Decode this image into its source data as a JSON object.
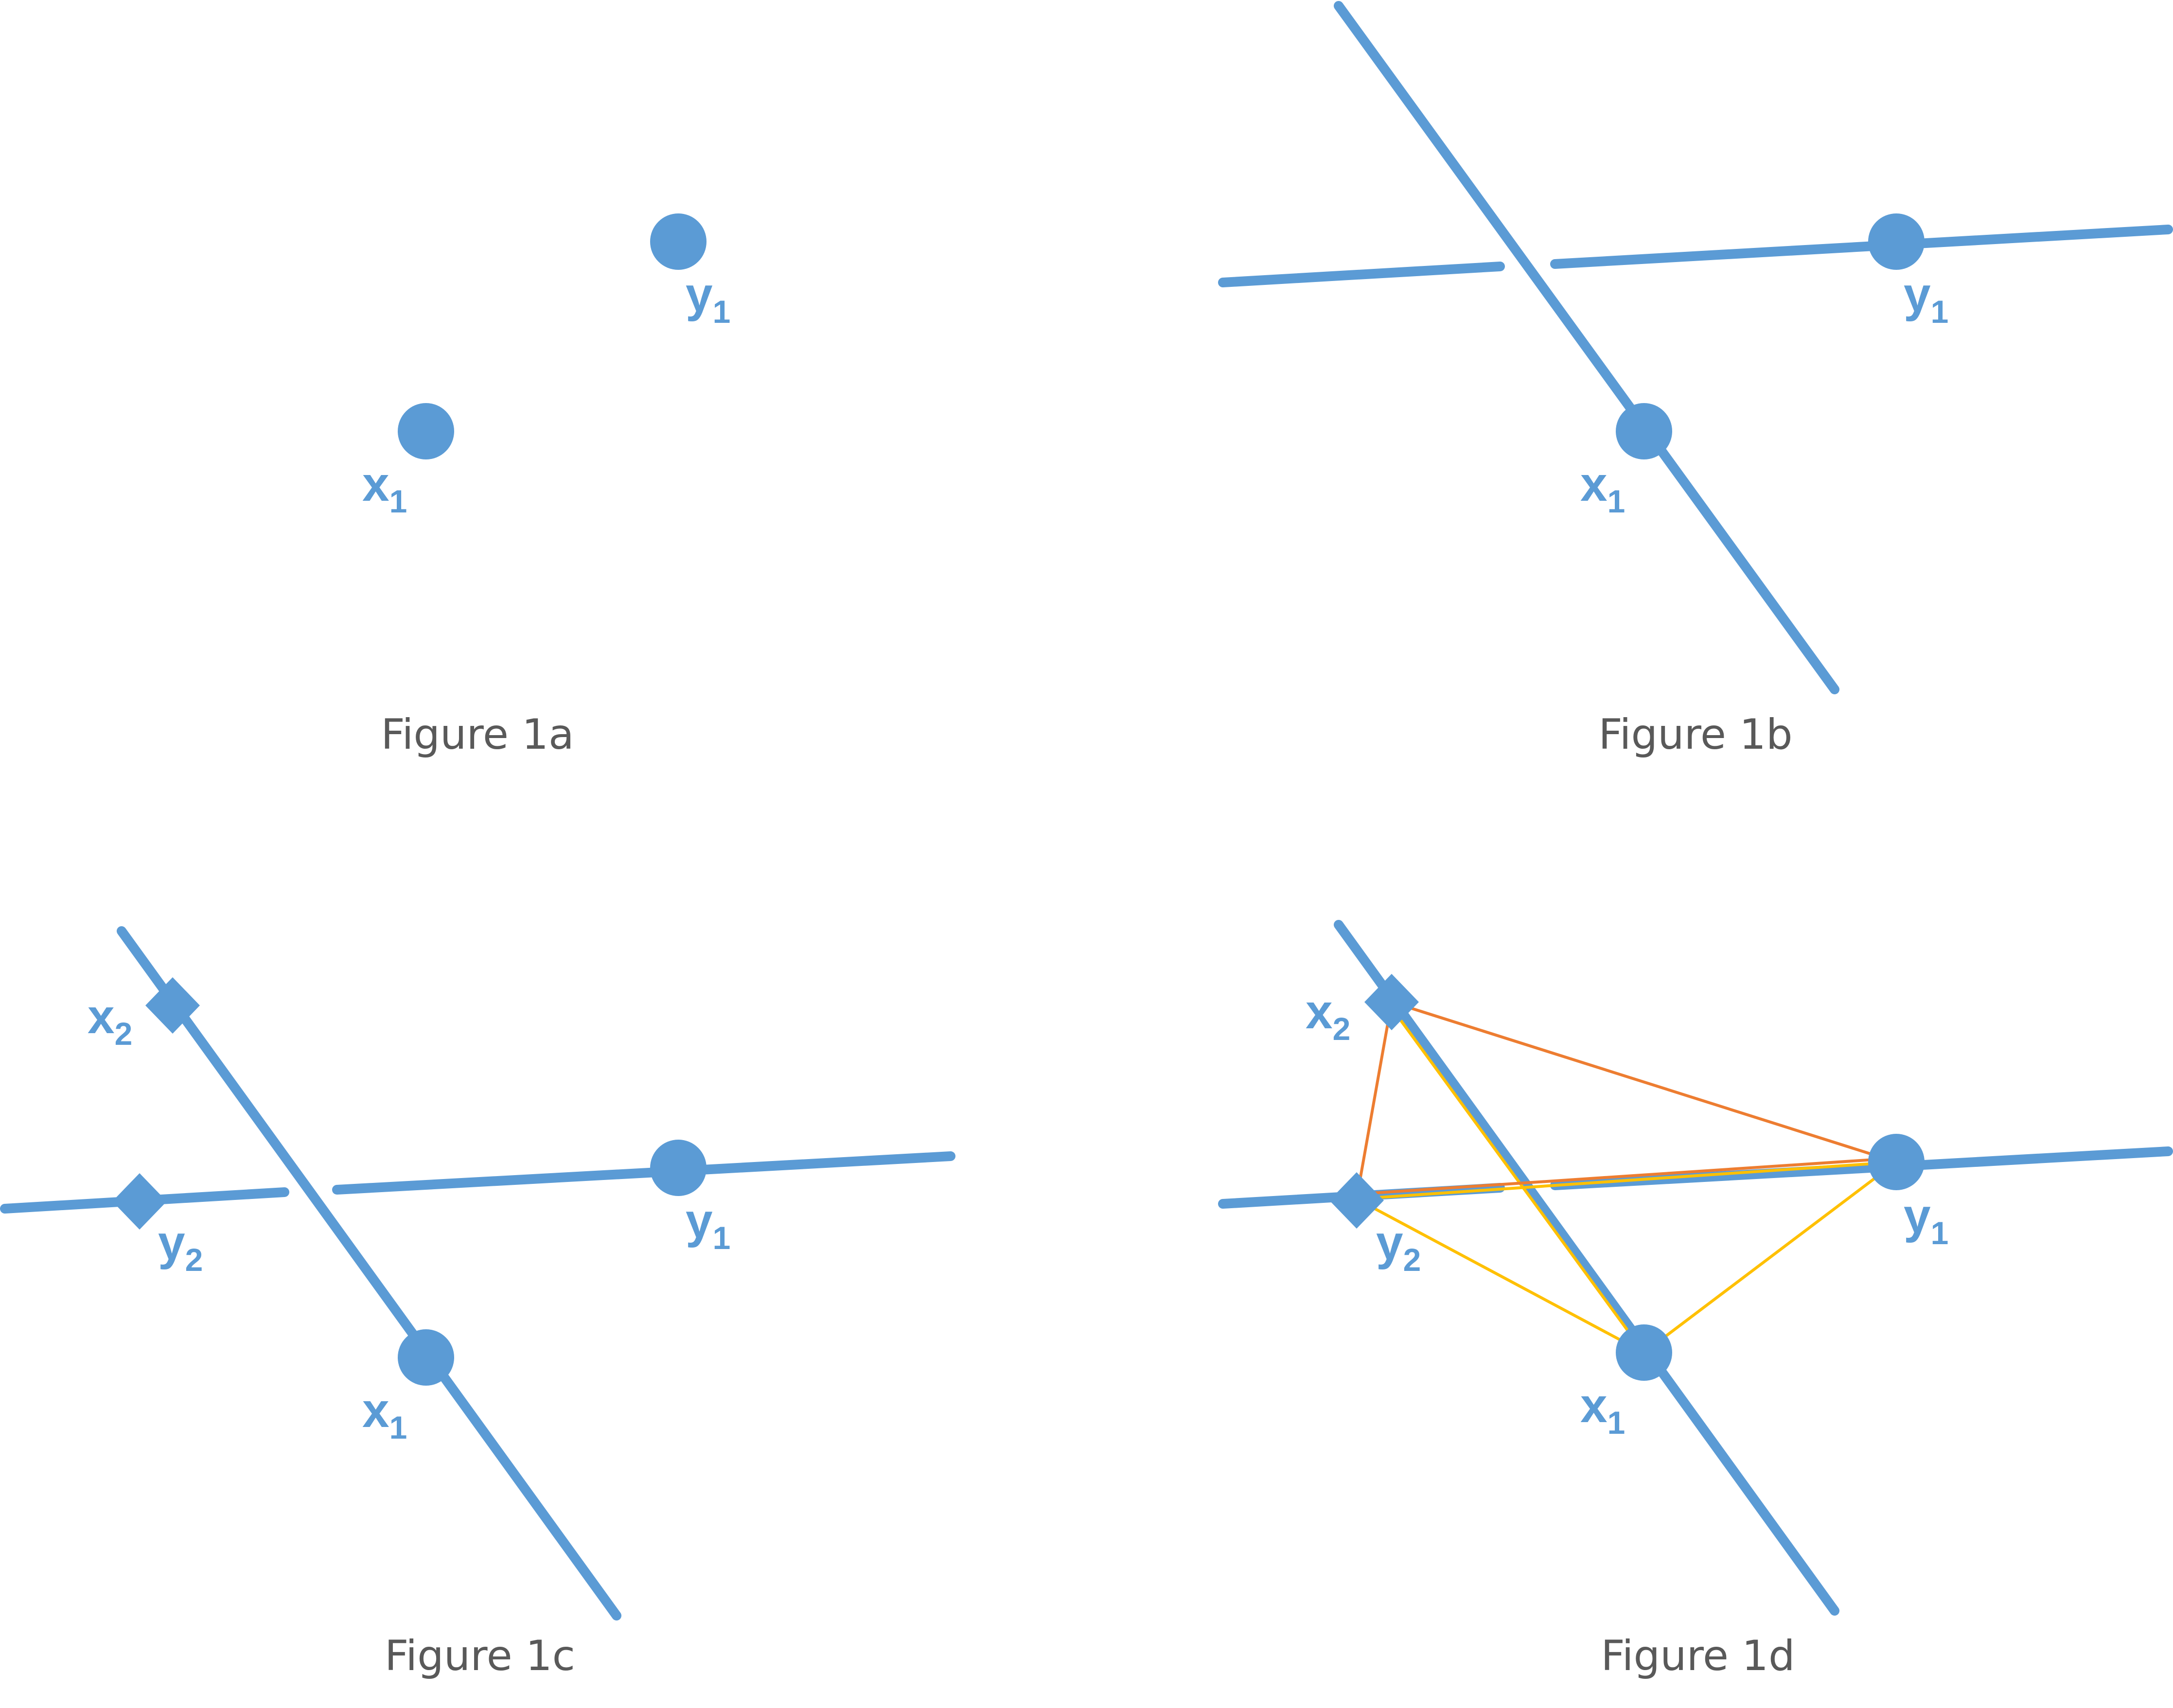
{
  "colors": {
    "primary": "#5B9BD5",
    "orange": "#ED7D31",
    "yellow": "#FFC000",
    "caption": "#595959",
    "background": "#FFFFFF"
  },
  "labels": {
    "x1_base": "x",
    "x1_sub": "1",
    "y1_base": "y",
    "y1_sub": "1",
    "x2_base": "x",
    "x2_sub": "2",
    "y2_base": "y",
    "y2_sub": "2"
  },
  "markers": {
    "circle": "circle-marker",
    "diamond": "diamond-marker"
  },
  "panels": {
    "a": {
      "caption": "Figure 1a"
    },
    "b": {
      "caption": "Figure 1b"
    },
    "c": {
      "caption": "Figure 1c"
    },
    "d": {
      "caption": "Figure 1d"
    }
  }
}
